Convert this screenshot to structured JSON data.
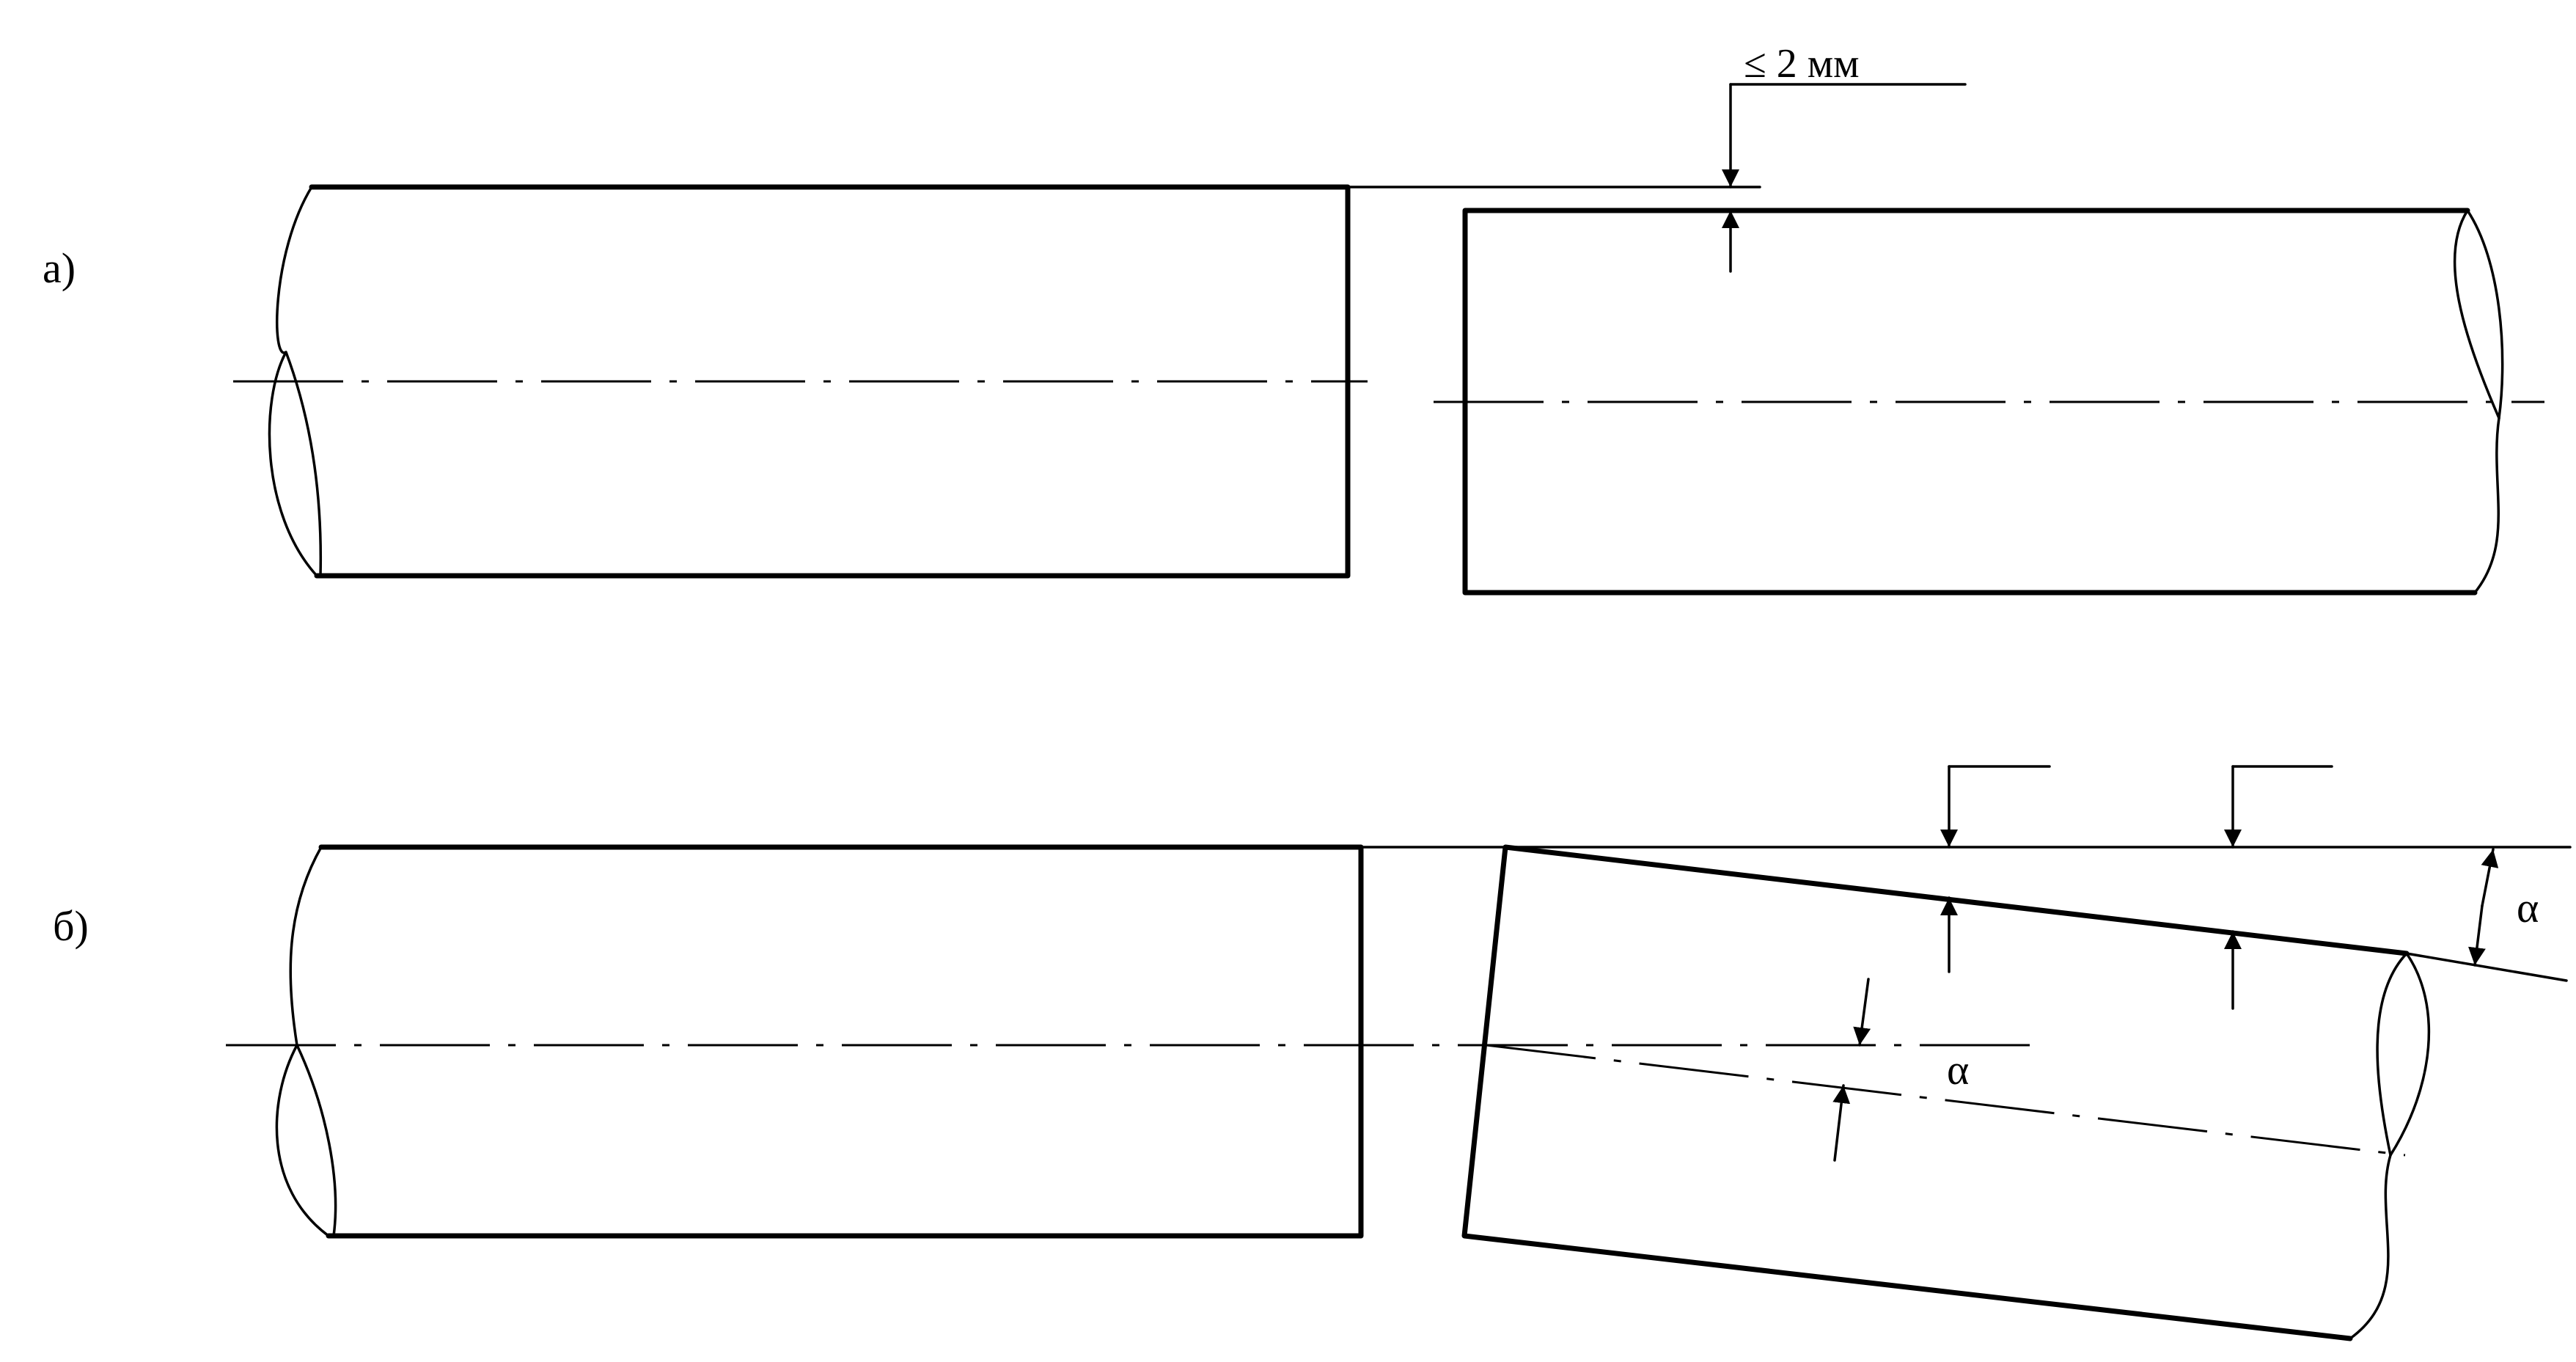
{
  "figure": {
    "label_a": "а)",
    "label_b": "б)",
    "offset_dimension": "≤ 2 мм",
    "angle_symbol_right": "α",
    "angle_symbol_axis": "α"
  },
  "colors": {
    "line": "#000000",
    "background": "#ffffff"
  }
}
